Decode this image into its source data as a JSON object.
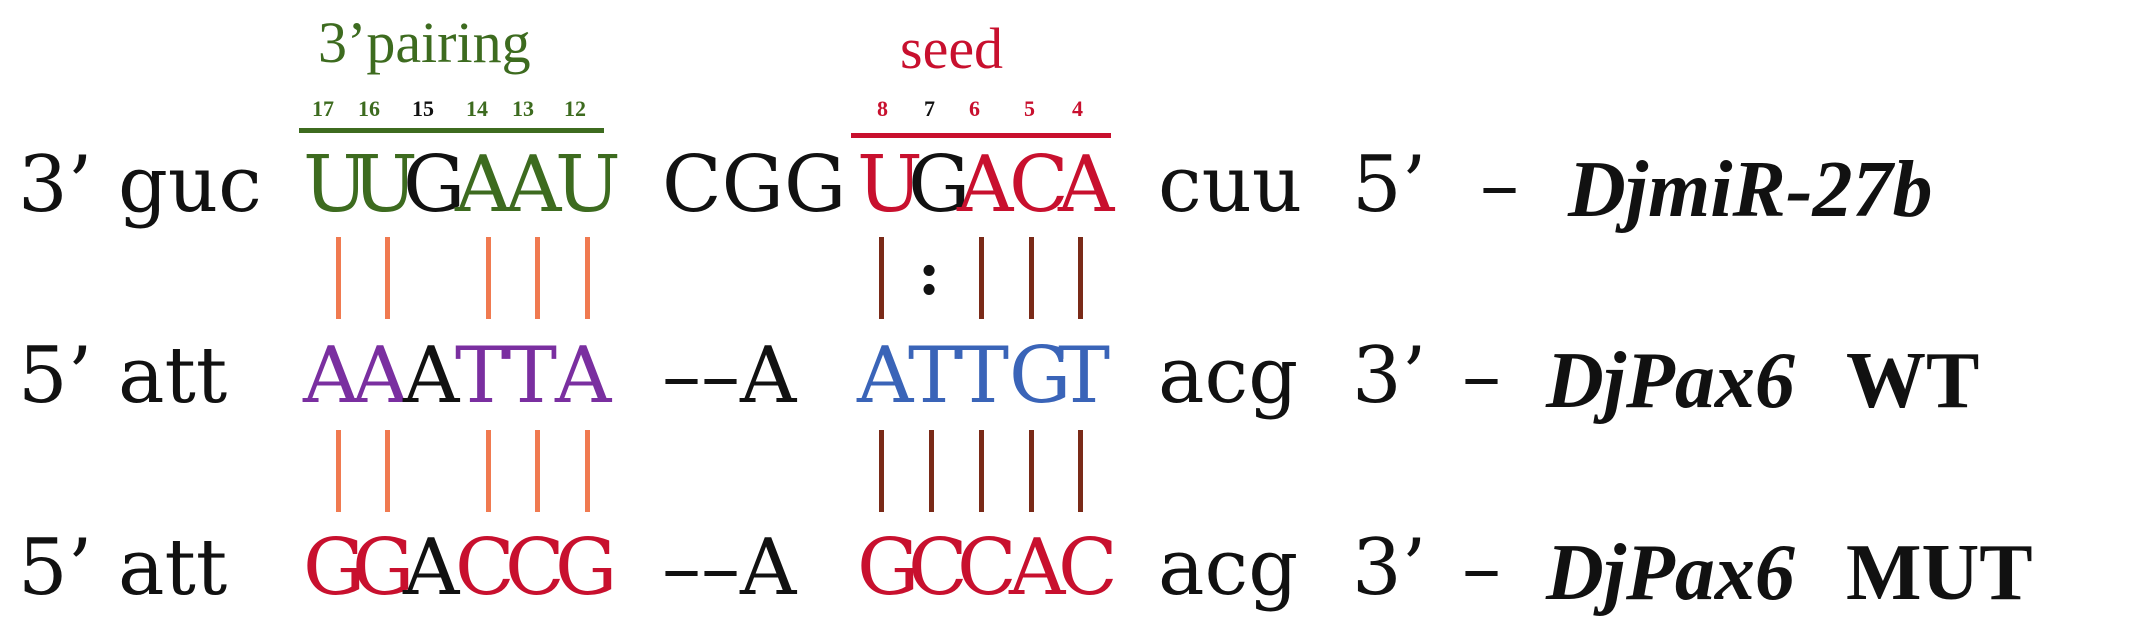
{
  "labels": {
    "pairing": "3’pairing",
    "seed": "seed"
  },
  "positions": {
    "pairing": [
      "17",
      "16",
      "15",
      "14",
      "13",
      "12"
    ],
    "seed": [
      "8",
      "7",
      "6",
      "5",
      "4"
    ]
  },
  "rows": {
    "mirna": {
      "end_left": "3’",
      "flank_left": "guc",
      "pairing": [
        "U",
        "U",
        "G",
        "A",
        "A",
        "U"
      ],
      "middle": "CGG",
      "seed": [
        "U",
        "G",
        "A",
        "C",
        "A"
      ],
      "flank_right": "cuu",
      "end_right": "5’",
      "dash": "–",
      "name": "DjmiR-27b",
      "tag": ""
    },
    "wt": {
      "end_left": "5’",
      "flank_left": "att",
      "pairing": [
        "A",
        "A",
        "A",
        "T",
        "T",
        "A"
      ],
      "middle": "––A",
      "seed": [
        "A",
        "T",
        "T",
        "G",
        "T"
      ],
      "flank_right": "acg",
      "end_right": "3’",
      "dash": "–",
      "name": "DjPax6",
      "tag": "WT"
    },
    "mut": {
      "end_left": "5’",
      "flank_left": "att",
      "pairing": [
        "G",
        "G",
        "A",
        "C",
        "C",
        "G"
      ],
      "middle": "––A",
      "seed": [
        "G",
        "C",
        "C",
        "A",
        "C"
      ],
      "flank_right": "acg",
      "end_right": "3’",
      "dash": "–",
      "name": "DjPax6",
      "tag": "MUT"
    }
  },
  "wobble": ":",
  "colors": {
    "pairing_label": "#3d6b1f",
    "seed_label": "#c8102e",
    "pairing_bar": "#3d6b1f",
    "seed_bar": "#c8102e",
    "mirna_pair_nt": "#3d6b1f",
    "mirna_seed_nt": "#c8102e",
    "wt_pair_nt": "#7a2fa0",
    "wt_seed_nt": "#3a64b8",
    "mut_nt": "#c8102e",
    "black": "#111111",
    "pair_line": "#f07a50",
    "seed_line": "#7a2a18"
  }
}
